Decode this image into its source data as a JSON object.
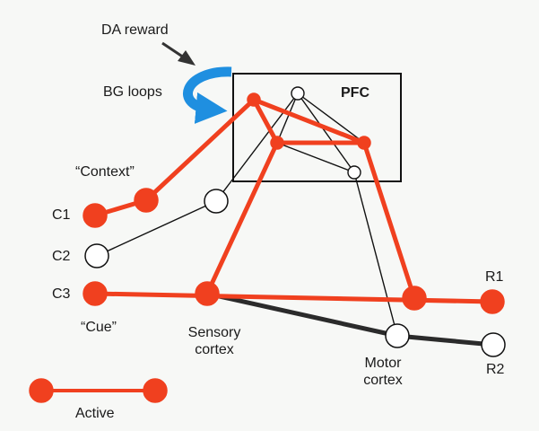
{
  "labels": {
    "da_reward": "DA reward",
    "bg_loops": "BG loops",
    "pfc": "PFC",
    "context": "“Context”",
    "c1": "C1",
    "c2": "C2",
    "c3": "C3",
    "cue": "“Cue”",
    "sensory_1": "Sensory",
    "sensory_2": "cortex",
    "motor_1": "Motor",
    "motor_2": "cortex",
    "r1": "R1",
    "r2": "R2",
    "legend_active": "Active"
  },
  "colors": {
    "active": "#f0401f",
    "inactive_fill": "#ffffff",
    "stroke": "#111111",
    "dark_path": "#2b2b2b",
    "bg_loop": "#1f8fe0",
    "arrow": "#333333"
  },
  "nodes": [
    {
      "id": "c1",
      "state": "active"
    },
    {
      "id": "context",
      "state": "active"
    },
    {
      "id": "c2",
      "state": "inactive"
    },
    {
      "id": "context_inactive",
      "state": "inactive"
    },
    {
      "id": "c3",
      "state": "active"
    },
    {
      "id": "sensory",
      "state": "active"
    },
    {
      "id": "motor_active",
      "state": "active"
    },
    {
      "id": "r1",
      "state": "active"
    },
    {
      "id": "motor_inactive",
      "state": "inactive"
    },
    {
      "id": "r2",
      "state": "inactive"
    },
    {
      "id": "pfc_top_left",
      "state": "active"
    },
    {
      "id": "pfc_top_right",
      "state": "inactive"
    },
    {
      "id": "pfc_mid_left",
      "state": "active"
    },
    {
      "id": "pfc_mid_right",
      "state": "active"
    },
    {
      "id": "pfc_bottom",
      "state": "inactive"
    }
  ]
}
